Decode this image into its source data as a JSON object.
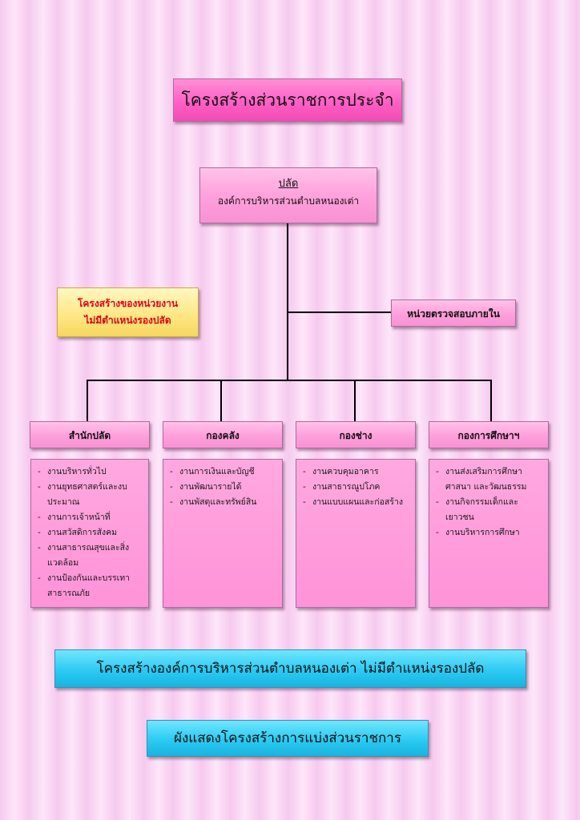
{
  "title": "โครงสร้างส่วนราชการประจำ",
  "top": {
    "position": "ปลัด",
    "org": "องค์การบริหารส่วนตำบลหนองเต่า"
  },
  "note": {
    "line1": "โครงสร้างของหน่วยงาน",
    "line2": "ไม่มีตำแหน่งรองปลัด"
  },
  "audit": "หน่วยตรวจสอบภายใน",
  "divisions": [
    {
      "name": "สำนักปลัด",
      "tasks": [
        "งานบริหารทั่วไป",
        "งานยุทธศาสตร์และงบประมาณ",
        "งานการเจ้าหน้าที่",
        "งานสวัสดิการสังคม",
        "งานสาธารณสุขและสิ่งแวดล้อม",
        "งานป้องกันและบรรเทาสาธารณภัย"
      ]
    },
    {
      "name": "กองคลัง",
      "tasks": [
        "งานการเงินและบัญชี",
        "งานพัฒนารายได้",
        "งานพัสดุและทรัพย์สิน"
      ]
    },
    {
      "name": "กองช่าง",
      "tasks": [
        "งานควบคุมอาคาร",
        "งานสาธารณูปโภค",
        "งานแบบแผนและก่อสร้าง"
      ]
    },
    {
      "name": "กองการศึกษาฯ",
      "tasks": [
        "งานส่งเสริมการศึกษาศาสนา และวัฒนธรรม",
        "งานกิจกรรมเด็กและเยาวชน",
        "งานบริหารการศึกษา"
      ]
    }
  ],
  "footer1": "โครงสร้างองค์การบริหารส่วนตำบลหนองเต่า ไม่มีตำแหน่งรองปลัด",
  "footer2": "ผังแสดงโครงสร้างการแบ่งส่วนราชการ",
  "colors": {
    "pink_title": "#ff5cc4",
    "pink_box": "#ff9fdc",
    "note_text": "#e0001a",
    "note_bg": "#ffe680",
    "footer_bg": "#2ccaf2"
  }
}
